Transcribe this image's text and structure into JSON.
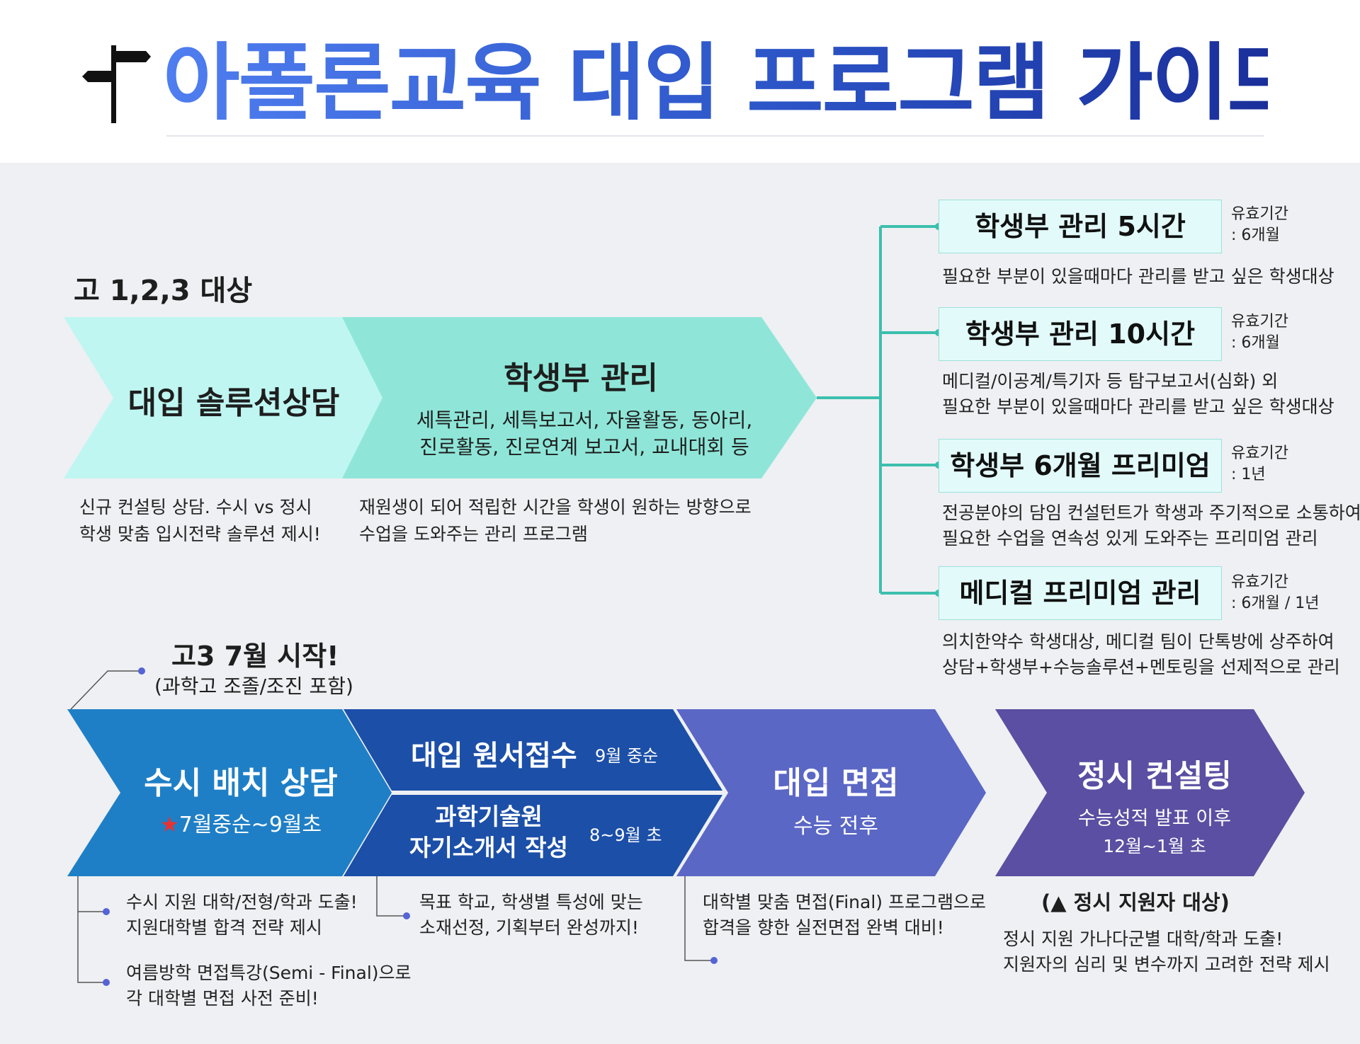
{
  "header": {
    "title": "아폴론교육 대입 프로그램 가이드",
    "signpost_icon": "signpost-icon"
  },
  "section_top": {
    "target_label": "고 1,2,3 대상",
    "step1": {
      "title": "대입 솔루션상담",
      "desc_lines": [
        "신규 컨설팅 상담. 수시 vs 정시",
        "학생 맞춤 입시전략 솔루션 제시!"
      ]
    },
    "step2": {
      "title": "학생부 관리",
      "sub_lines": [
        "세특관리, 세특보고서, 자율활동, 동아리,",
        "진로활동, 진로연계 보고서, 교내대회 등"
      ],
      "desc_lines": [
        "재원생이 되어 적립한 시간을 학생이 원하는 방향으로",
        "수업을 도와주는 관리 프로그램"
      ]
    },
    "programs": [
      {
        "name": "학생부 관리 5시간",
        "validity_label": "유효기간",
        "validity_value": ": 6개월",
        "desc_lines": [
          "필요한 부분이 있을때마다 관리를 받고 싶은 학생대상"
        ]
      },
      {
        "name": "학생부 관리 10시간",
        "validity_label": "유효기간",
        "validity_value": ": 6개월",
        "desc_lines": [
          "메디컬/이공계/특기자 등 탐구보고서(심화) 외",
          "필요한 부분이 있을때마다 관리를 받고 싶은 학생대상"
        ]
      },
      {
        "name": "학생부 6개월 프리미엄",
        "validity_label": "유효기간",
        "validity_value": ": 1년",
        "desc_lines": [
          "전공분야의 담임 컨설턴트가 학생과 주기적으로 소통하여",
          "필요한 수업을 연속성 있게 도와주는 프리미엄 관리"
        ]
      },
      {
        "name": "메디컬 프리미엄 관리",
        "validity_label": "유효기간",
        "validity_value": ": 6개월 / 1년",
        "desc_lines": [
          "의치한약수 학생대상, 메디컬 팀이 단톡방에 상주하여",
          "상담+학생부+수능솔루션+멘토링을 선제적으로 관리"
        ]
      }
    ]
  },
  "section_bottom": {
    "start_title": "고3  7월 시작!",
    "start_sub": "(과학고 조졸/조진 포함)",
    "step1": {
      "title": "수시 배치 상담",
      "star": "★",
      "period": "7월중순~9월초",
      "notes": [
        [
          "수시 지원 대학/전형/학과 도출!",
          "지원대학별 합격 전략 제시"
        ],
        [
          "여름방학 면접특강(Semi - Final)으로",
          "각 대학별 면접 사전 준비!"
        ]
      ]
    },
    "step2a": {
      "title": "대입 원서접수",
      "period": "9월 중순"
    },
    "step2b": {
      "title_lines": [
        "과학기술원",
        "자기소개서 작성"
      ],
      "period": "8~9월 초",
      "note_lines": [
        "목표 학교, 학생별 특성에 맞는",
        "소재선정, 기획부터 완성까지!"
      ]
    },
    "step3": {
      "title": "대입 면접",
      "period": "수능  전후",
      "note_lines": [
        "대학별 맞춤 면접(Final) 프로그램으로",
        "합격을 향한 실전면접 완벽 대비!"
      ]
    },
    "step4": {
      "title": "정시 컨설팅",
      "period_lines": [
        "수능성적 발표 이후",
        "12월~1월  초"
      ],
      "target": "(▲ 정시 지원자 대상)",
      "note_lines": [
        "정시 지원 가나다군별 대학/학과 도출!",
        "지원자의 심리 및 변수까지 고려한 전략 제시"
      ]
    }
  },
  "colors": {
    "title_start": "#4f7ef0",
    "title_end": "#1a2f9a",
    "mint_light": "#bff6f1",
    "mint": "#8fe6d8",
    "connector": "#3bbfad",
    "blue1": "#1f7fc6",
    "blue2": "#1c4fa8",
    "periwinkle": "#5b67c5",
    "purple": "#5a4fa2",
    "bullet": "#5563d6"
  }
}
